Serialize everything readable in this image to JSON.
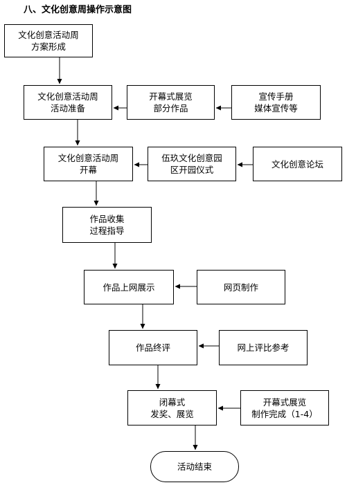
{
  "title": "八、文化创意周操作示意图",
  "nodes": {
    "plan": {
      "lines": [
        "文化创意活动周",
        "方案形成"
      ]
    },
    "prep": {
      "lines": [
        "文化创意活动周",
        "活动准备"
      ]
    },
    "opening_exhibit": {
      "lines": [
        "开幕式展览",
        "部分作品"
      ]
    },
    "brochure": {
      "lines": [
        "宣传手册",
        "媒体宣传等"
      ]
    },
    "opening": {
      "lines": [
        "文化创意活动周",
        "开幕"
      ]
    },
    "park": {
      "lines": [
        "伍玖文化创意园",
        "区开园仪式"
      ]
    },
    "forum": {
      "lines": [
        "文化创意论坛"
      ]
    },
    "collect": {
      "lines": [
        "作品收集",
        "过程指导"
      ]
    },
    "online": {
      "lines": [
        "作品上网展示"
      ]
    },
    "webpage": {
      "lines": [
        "网页制作"
      ]
    },
    "final_review": {
      "lines": [
        "作品终评"
      ]
    },
    "online_vote": {
      "lines": [
        "网上评比参考"
      ]
    },
    "closing": {
      "lines": [
        "闭幕式",
        "发奖、展览"
      ]
    },
    "closing_exhibit": {
      "lines": [
        "开幕式展览",
        "制作完成（1-4）"
      ]
    },
    "end": {
      "lines": [
        "活动结束"
      ]
    }
  }
}
